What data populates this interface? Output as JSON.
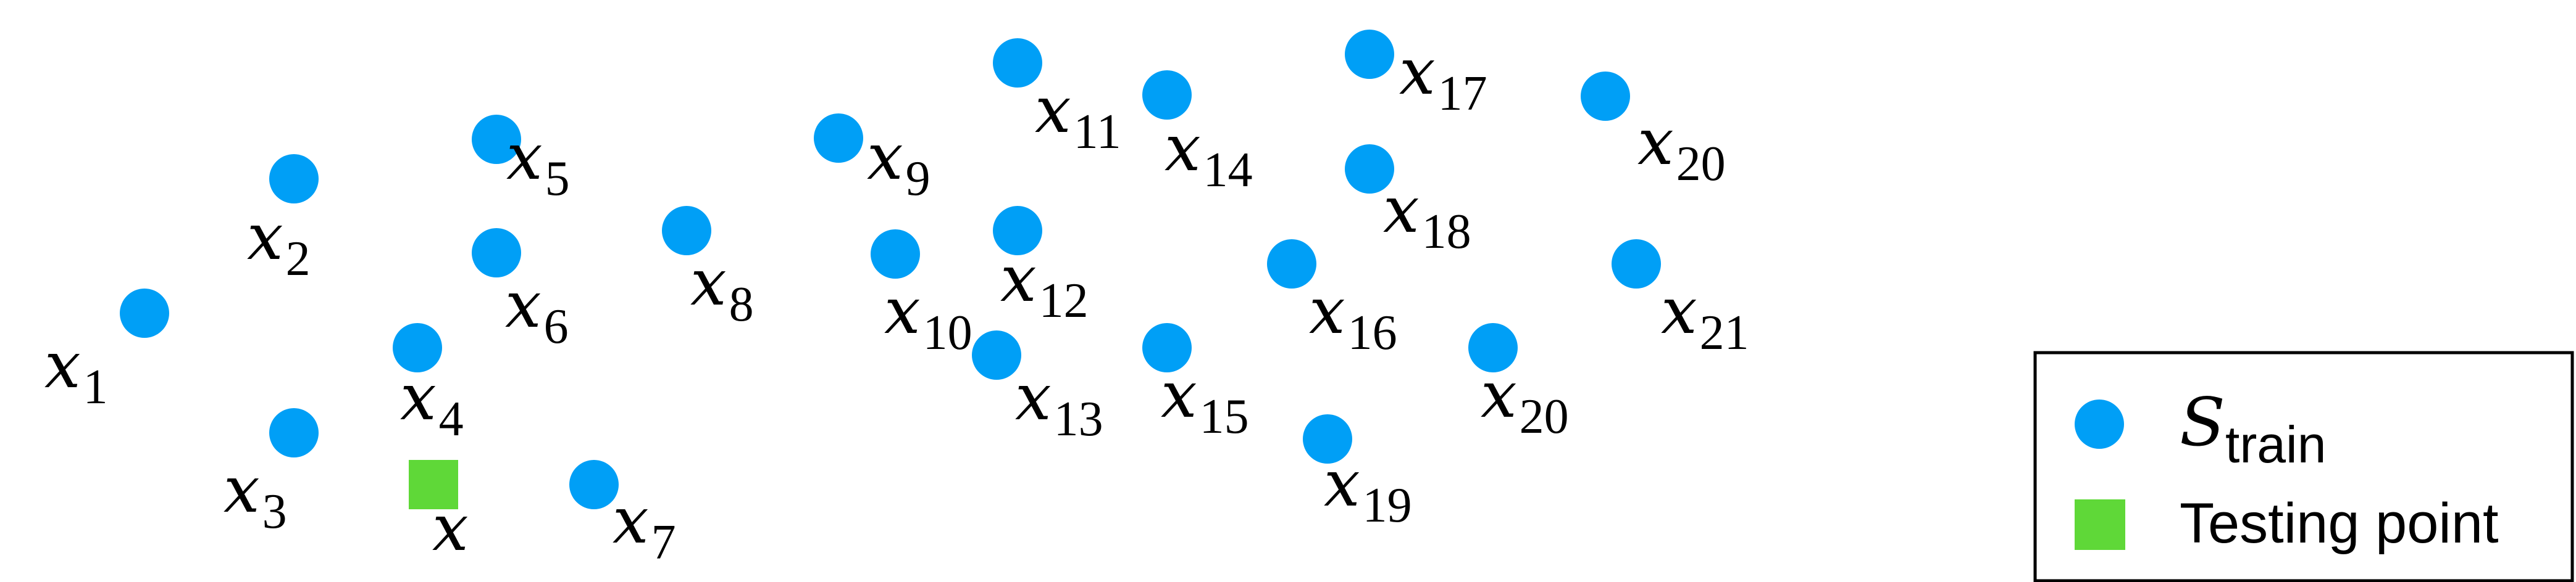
{
  "colors": {
    "train_point": "#009FF6",
    "testing_point": "#5FD838",
    "label": "#000000",
    "legend_border": "#000000"
  },
  "points": [
    {
      "main": "x",
      "sub": "1"
    },
    {
      "main": "x",
      "sub": "2"
    },
    {
      "main": "x",
      "sub": "3"
    },
    {
      "main": "x",
      "sub": "4"
    },
    {
      "main": "x",
      "sub": "5"
    },
    {
      "main": "x",
      "sub": "6"
    },
    {
      "main": "x",
      "sub": "7"
    },
    {
      "main": "x",
      "sub": "8"
    },
    {
      "main": "x",
      "sub": "9"
    },
    {
      "main": "x",
      "sub": "10"
    },
    {
      "main": "x",
      "sub": "11"
    },
    {
      "main": "x",
      "sub": "12"
    },
    {
      "main": "x",
      "sub": "13"
    },
    {
      "main": "x",
      "sub": "14"
    },
    {
      "main": "x",
      "sub": "15"
    },
    {
      "main": "x",
      "sub": "16"
    },
    {
      "main": "x",
      "sub": "17"
    },
    {
      "main": "x",
      "sub": "18"
    },
    {
      "main": "x",
      "sub": "19"
    },
    {
      "main": "x",
      "sub": "20"
    },
    {
      "main": "x",
      "sub": "20"
    },
    {
      "main": "x",
      "sub": "21"
    }
  ],
  "testing_point": {
    "main": "x"
  },
  "legend": {
    "train": {
      "main": "S",
      "sub": "train"
    },
    "test": {
      "label": "Testing point"
    }
  }
}
